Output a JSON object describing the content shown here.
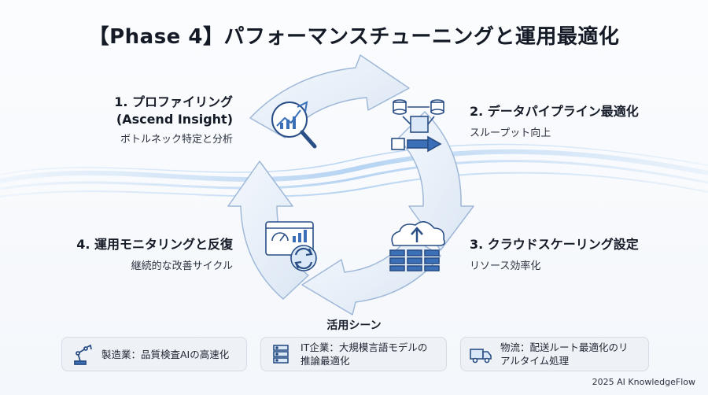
{
  "title": "【Phase 4】パフォーマンスチューニングと運用最適化",
  "steps": [
    {
      "title_line1": "1. プロファイリング",
      "title_line2": "(Ascend Insight)",
      "subtitle": "ボトルネック特定と分析",
      "icon": "magnifier-chart-icon"
    },
    {
      "title": "2. データパイプライン最適化",
      "subtitle": "スループット向上",
      "icon": "data-pipeline-icon"
    },
    {
      "title": "3. クラウドスケーリング設定",
      "subtitle": "リソース効率化",
      "icon": "cloud-server-icon"
    },
    {
      "title": "4. 運用モニタリングと反復",
      "subtitle": "継続的な改善サイクル",
      "icon": "dashboard-refresh-icon"
    }
  ],
  "usage": {
    "title": "活用シーン",
    "cards": [
      {
        "text": "製造業：品質検査AIの高速化",
        "icon": "robot-arm-icon"
      },
      {
        "text_line1": "IT企業：大規模言語モデルの",
        "text_line2": "推論最適化",
        "icon": "server-icon"
      },
      {
        "text_line1": "物流：配送ルート最適化のリ",
        "text_line2": "アルタイム処理",
        "icon": "truck-icon"
      }
    ]
  },
  "footer": "2025 AI KnowledgeFlow",
  "colors": {
    "accent": "#3b6fb8",
    "cycle_fill": "#e6eef8",
    "cycle_stroke": "#9fb8d8"
  }
}
